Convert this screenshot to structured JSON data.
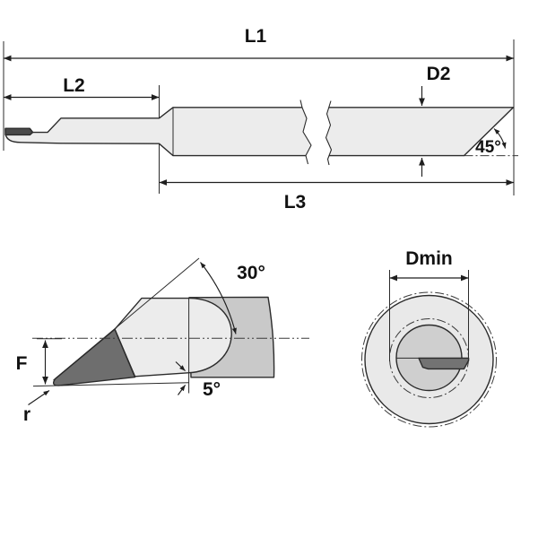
{
  "drawing": {
    "type": "technical-drawing",
    "subject": "boring-tool-dimension-diagram",
    "colors": {
      "background": "#ffffff",
      "line": "#2b2b2b",
      "text": "#111111",
      "body_light": "#ececec",
      "body_medium": "#c9c9c9",
      "wedge_dark": "#6e6e6e",
      "insert_dark": "#4a4a4a",
      "section_insert": "#737373",
      "head_circle": "#cfcfcf",
      "shank_circle": "#e9e9e9"
    },
    "side_view": {
      "labels": {
        "overall_length": "L1",
        "head_length": "L2",
        "shank_length": "L3",
        "shank_diameter": "D2",
        "chamfer_angle": "45°"
      }
    },
    "detail_view": {
      "labels": {
        "point_angle": "30°",
        "clearance_angle": "5°",
        "flat_height": "F",
        "corner_radius": "r"
      }
    },
    "end_view": {
      "labels": {
        "min_bore_diameter": "Dmin"
      }
    }
  }
}
